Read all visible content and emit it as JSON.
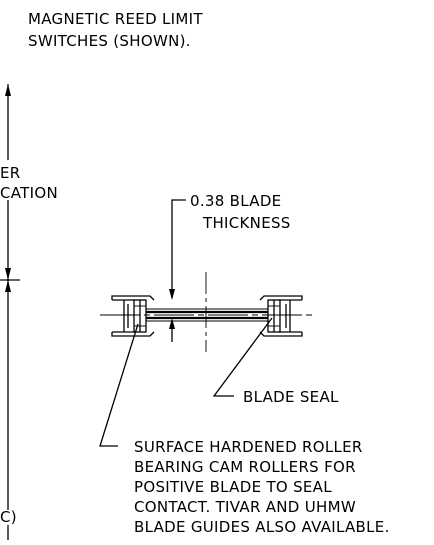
{
  "notes": {
    "top_note": [
      "MAGNETIC REED LIMIT",
      "SWITCHES (SHOWN)."
    ],
    "left_partial_1": "ER",
    "left_partial_2": "CATION",
    "left_partial_3": "C)",
    "blade_thickness": [
      "0.38 BLADE",
      "THICKNESS"
    ],
    "blade_seal": "BLADE SEAL",
    "roller_note": [
      "SURFACE HARDENED ROLLER",
      "BEARING CAM ROLLERS FOR",
      "POSITIVE BLADE TO SEAL",
      "CONTACT. TIVAR AND UHMW",
      "BLADE GUIDES ALSO AVAILABLE."
    ]
  }
}
